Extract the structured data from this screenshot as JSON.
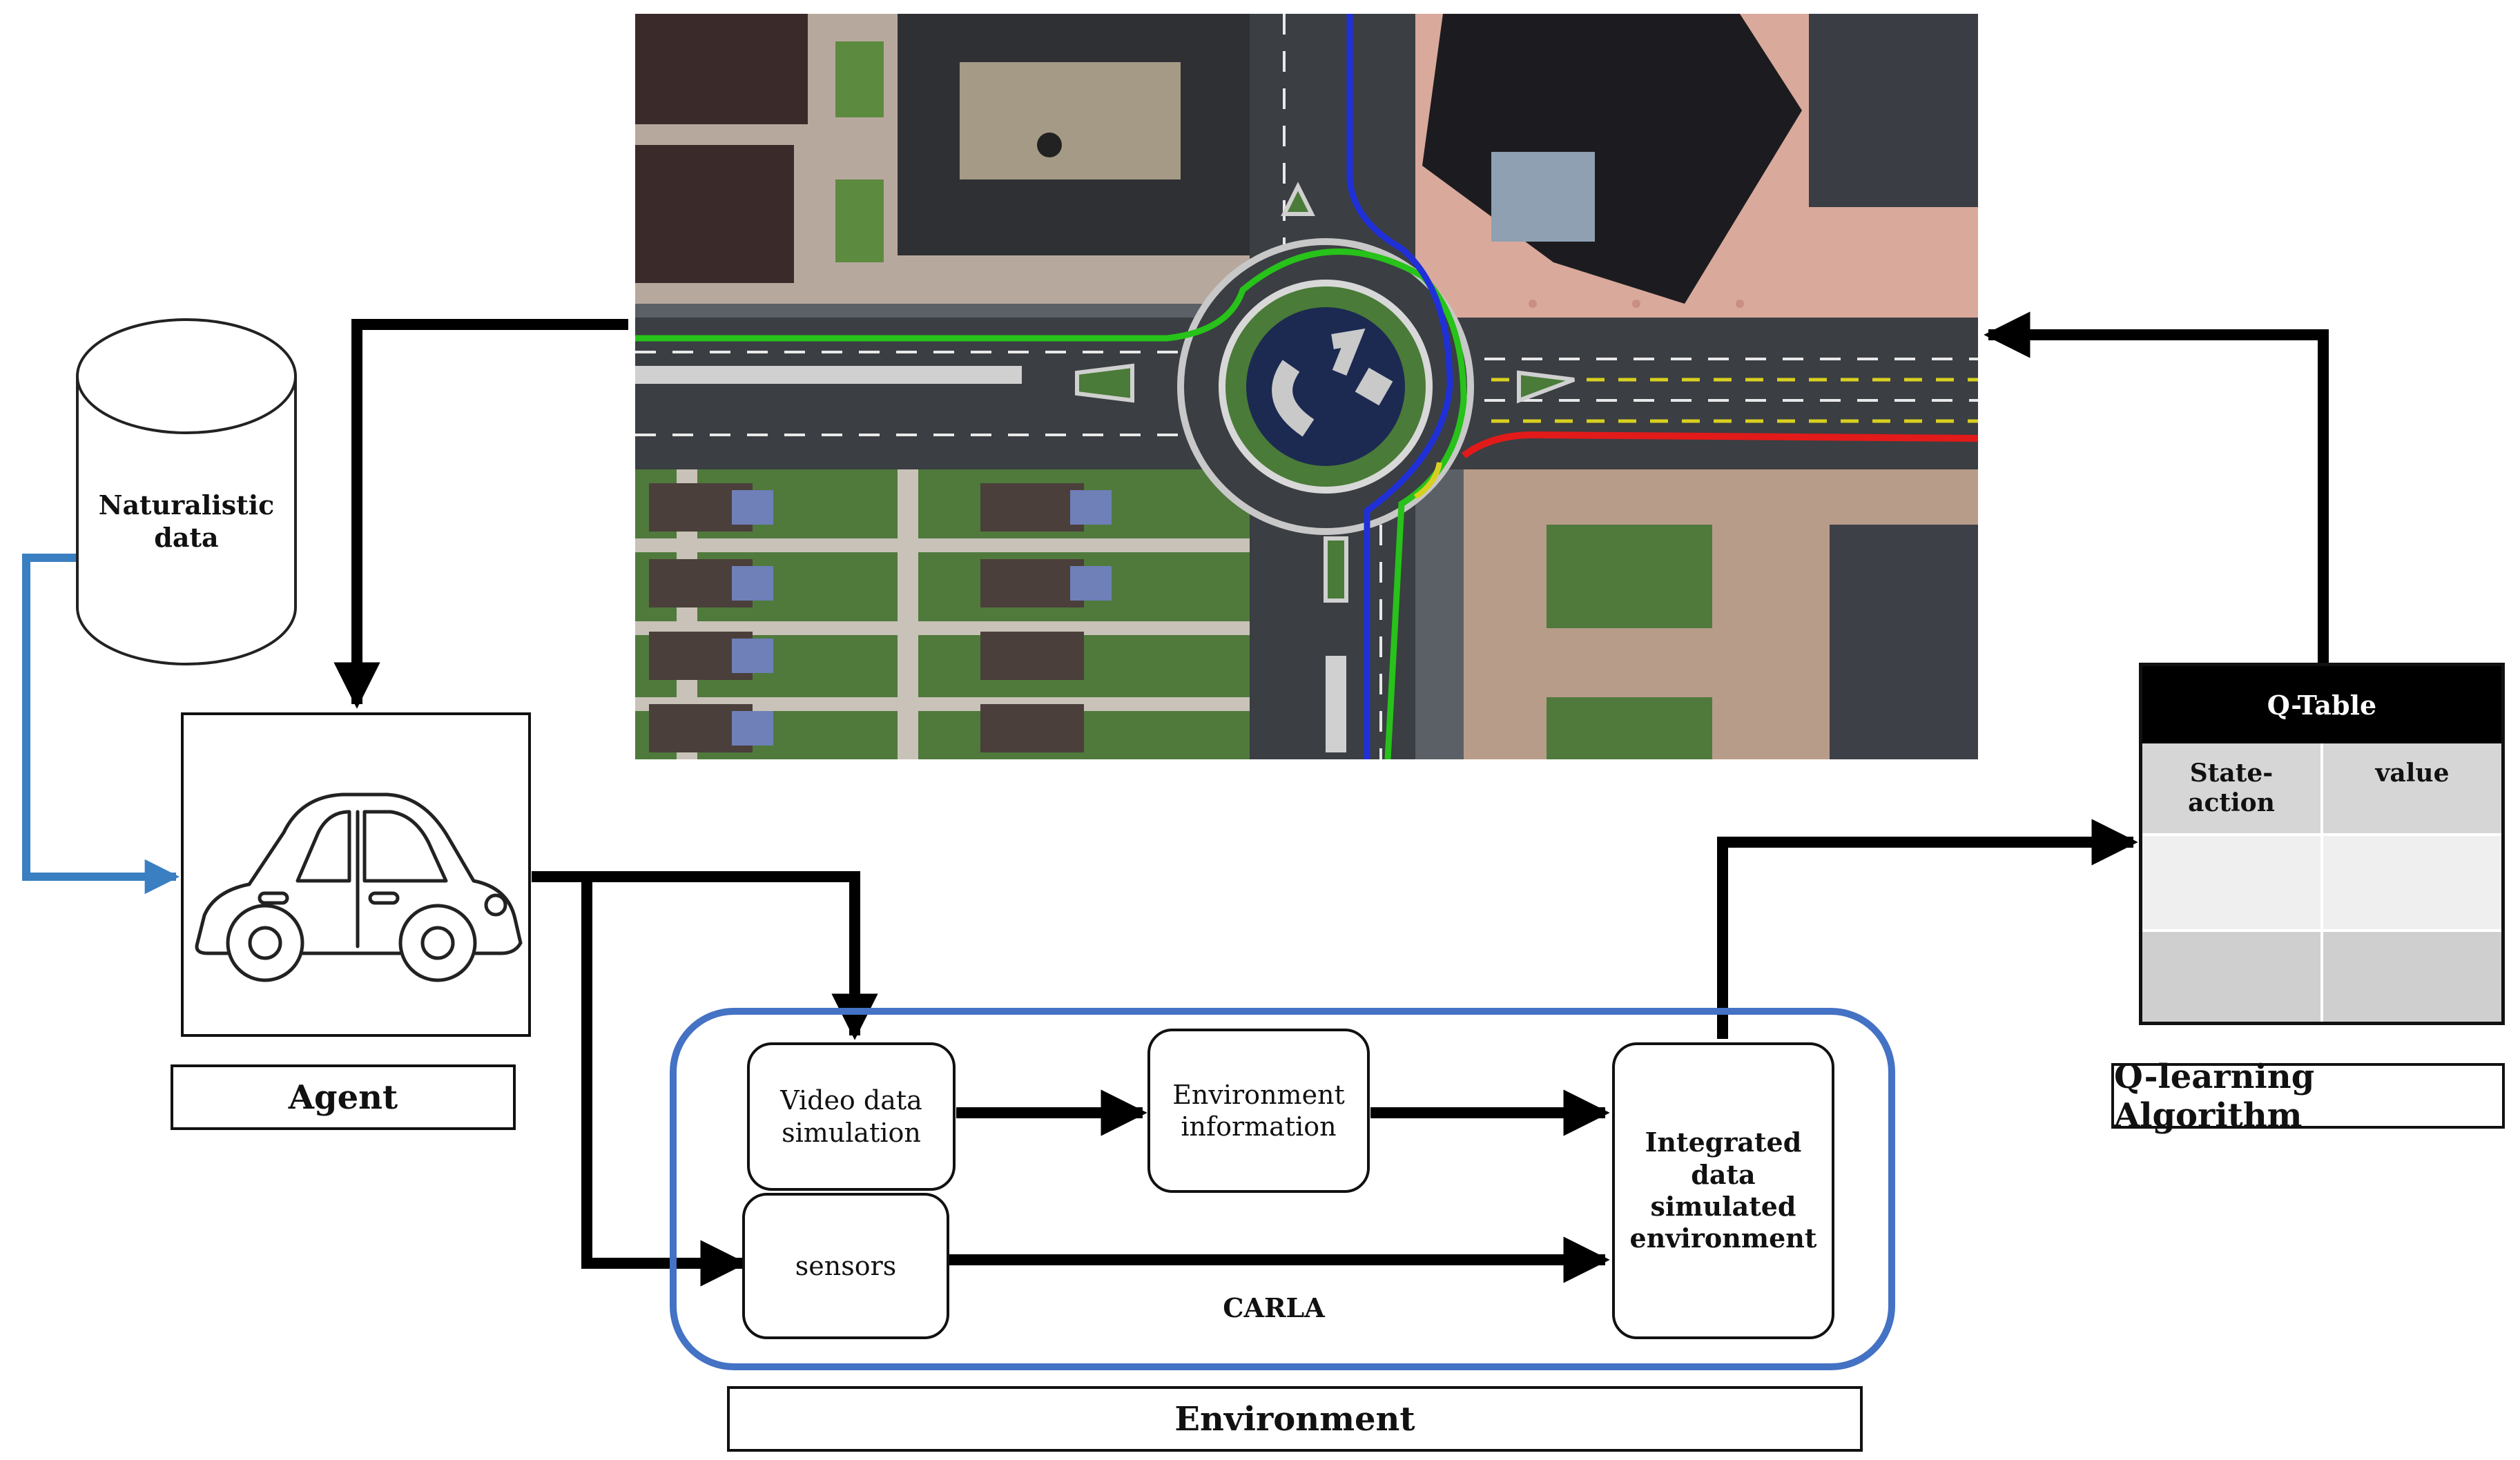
{
  "nodes": {
    "naturalistic": "Naturalistic\ndata",
    "agent_caption": "Agent",
    "video": "Video data\nsimulation",
    "env_info": "Environment\ninformation",
    "sensors": "sensors",
    "integrated": "Integrated\ndata\nsimulated\nenvironment",
    "carla": "CARLA",
    "environment_caption": "Environment",
    "qtable_title": "Q-Table",
    "qtable_col1": "State-\naction",
    "qtable_col2": "value",
    "qlearning_caption": "Q-learning Algorithm"
  },
  "colors": {
    "blue_arrow": "#3a7fc1",
    "carla_border": "#4472c4",
    "qtable_header": "#000000",
    "qtable_row_light": "#efefef",
    "qtable_row_dark": "#cfcfcf",
    "path_green": "#27c21a",
    "path_blue": "#2030d8",
    "path_red": "#e21a1a",
    "path_yellow": "#d8d020"
  }
}
